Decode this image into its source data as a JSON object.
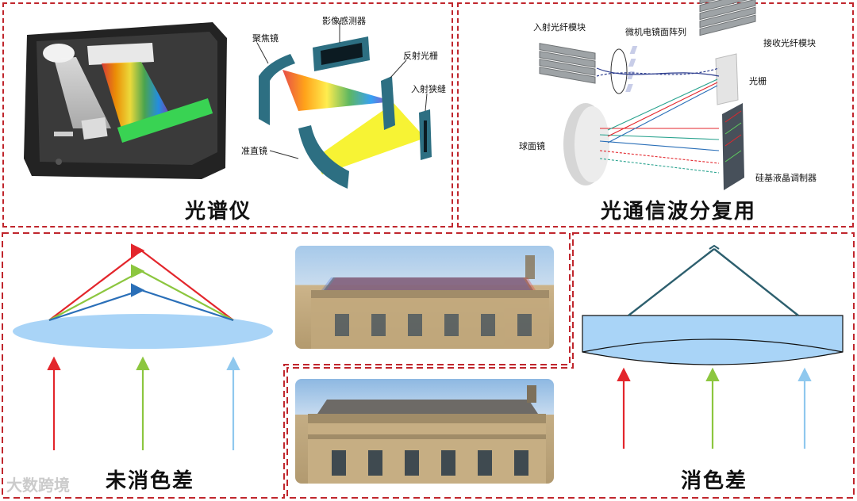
{
  "spectrometer": {
    "title": "光谱仪",
    "labels": {
      "focusing_mirror": "聚焦镜",
      "image_sensor": "影像感测器",
      "grating": "反射光栅",
      "entrance_slit": "入射狭缝",
      "collimator": "准直镜"
    }
  },
  "wdm": {
    "title": "光通信波分复用",
    "labels": {
      "input_fiber": "入射光纤模块",
      "mems_array": "微机电镜面阵列",
      "receive_fiber": "接收光纤模块",
      "grating": "光栅",
      "spherical_mirror": "球面镜",
      "lcos": "硅基液晶调制器"
    }
  },
  "uncorrected": {
    "title": "未消色差"
  },
  "corrected": {
    "title": "消色差"
  },
  "watermark": "大数跨境",
  "colors": {
    "border": "#c0262d",
    "red_ray": "#e3262c",
    "green_ray": "#8cc63f",
    "blue_ray": "#2a6fb8",
    "lightblue_ray": "#8fc8ee",
    "lens": "#a9d4f7",
    "teal": "#2d5f6e"
  }
}
